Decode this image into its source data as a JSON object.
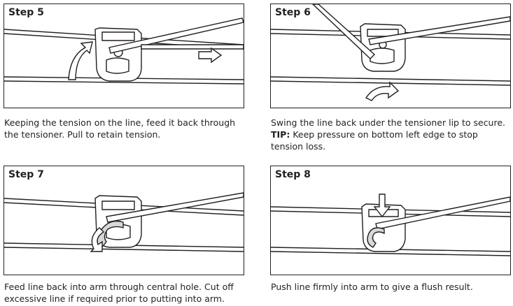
{
  "steps": [
    {
      "label": "Step 5",
      "caption_lines": [
        "Keeping the tension on the line, feed it back through",
        "the tensioner. Pull to retain tension."
      ]
    },
    {
      "label": "Step 6",
      "caption_lines": [
        "Swing the line back under the tensioner lip to secure."
      ],
      "tip_label": "TIP:",
      "tip_text": " Keep pressure on bottom left edge to stop",
      "tip_line2": "tension loss."
    },
    {
      "label": "Step 7",
      "caption_lines": [
        "Feed line back into arm through central hole. Cut off",
        "excessive line if required prior to putting into arm."
      ]
    },
    {
      "label": "Step 8",
      "caption_lines": [
        "Push line firmly into arm to give a flush result."
      ]
    }
  ]
}
